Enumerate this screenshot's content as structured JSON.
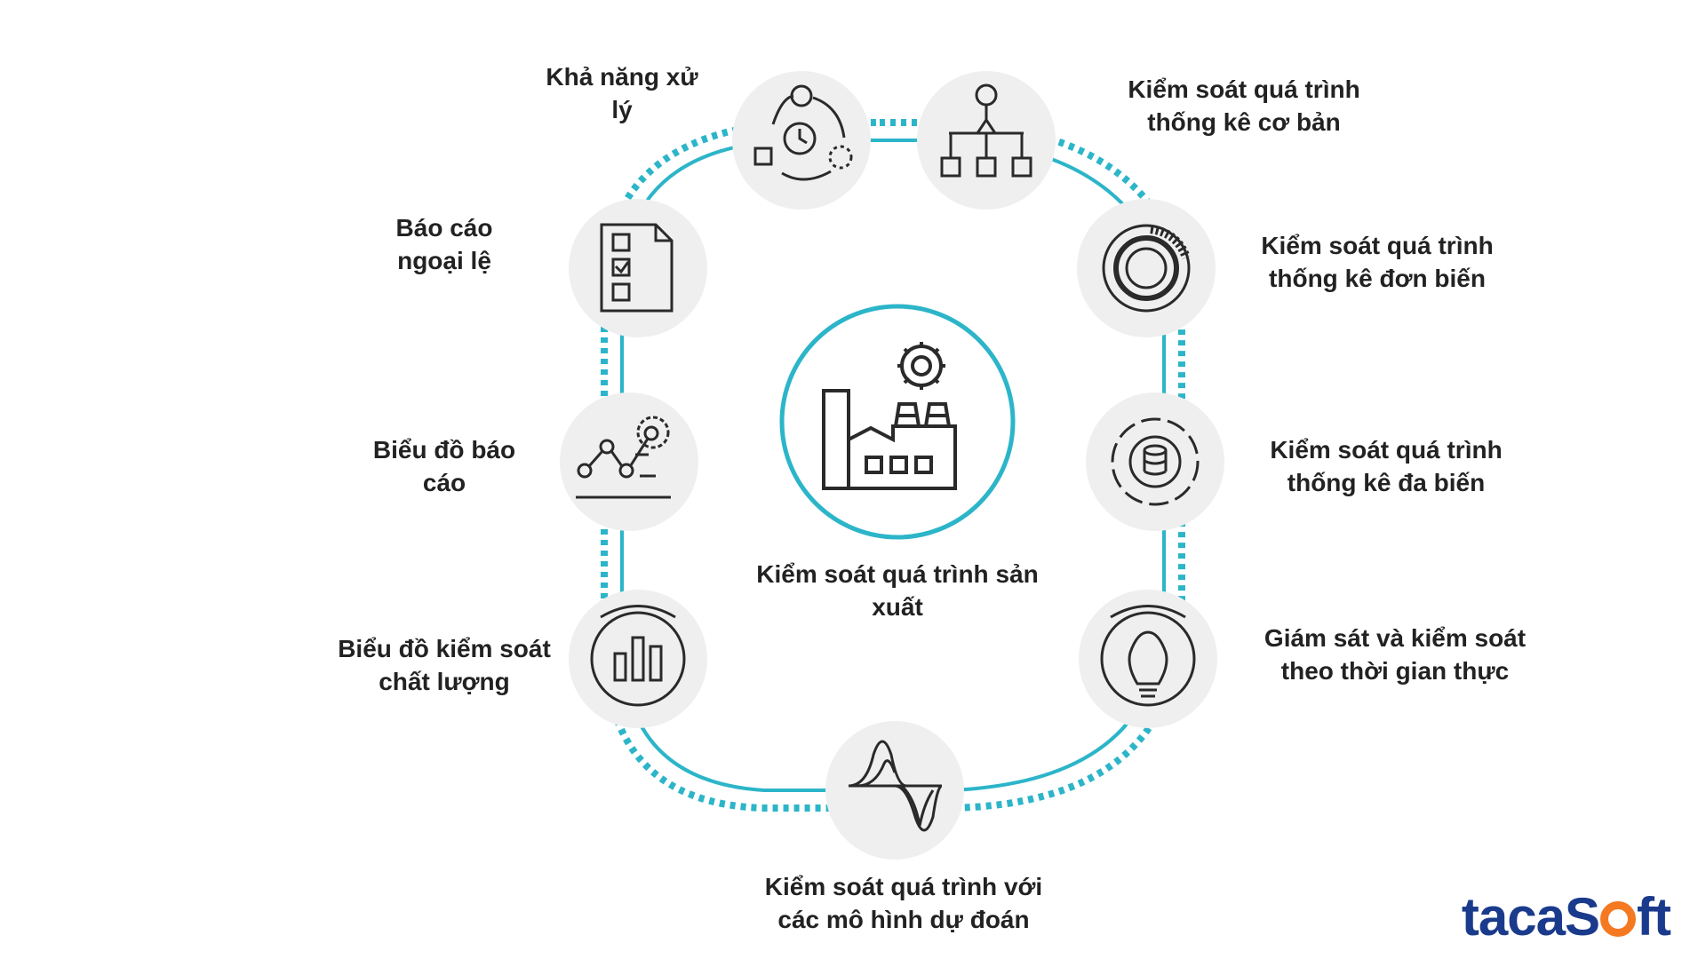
{
  "center": {
    "label_lines": [
      "Kiểm soát quá trình sản",
      "xuất"
    ]
  },
  "nodes": [
    {
      "id": "kha-nang-xu-ly",
      "icon": "process-cycle-icon",
      "lines": [
        "Khả năng xử",
        "lý"
      ]
    },
    {
      "id": "co-ban",
      "icon": "hierarchy-icon",
      "lines": [
        "Kiểm soát quá trình",
        "thống kê cơ bản"
      ]
    },
    {
      "id": "don-bien",
      "icon": "circular-gauge-icon",
      "lines": [
        "Kiểm soát quá trình",
        "thống kê đơn biến"
      ]
    },
    {
      "id": "da-bien",
      "icon": "database-ring-icon",
      "lines": [
        "Kiểm soát quá trình",
        "thống kê đa biến"
      ]
    },
    {
      "id": "thoi-gian-thuc",
      "icon": "lightbulb-dial-icon",
      "lines": [
        "Giám sát và kiểm soát",
        "theo thời gian thực"
      ]
    },
    {
      "id": "mo-hinh-du-doan",
      "icon": "wave-distribution-icon",
      "lines": [
        "Kiểm soát quá trình với",
        "các mô hình dự đoán"
      ]
    },
    {
      "id": "chat-luong",
      "icon": "bar-chart-dial-icon",
      "lines": [
        "Biểu đồ kiểm soát",
        "chất lượng"
      ]
    },
    {
      "id": "bieu-do-bao-cao",
      "icon": "line-chart-gear-icon",
      "lines": [
        "Biểu đồ báo",
        "cáo"
      ]
    },
    {
      "id": "ngoai-le",
      "icon": "checklist-document-icon",
      "lines": [
        "Báo cáo",
        "ngoại lệ"
      ]
    }
  ],
  "brand": {
    "part1": "taca",
    "s_letter": "S",
    "part2": "ft",
    "color_blue": "#1a3a8c",
    "color_orange": "#f47920"
  },
  "colors": {
    "ring": "#2cb5c9",
    "node_bg": "#efefef",
    "icon_stroke": "#2a2a2a",
    "text": "#222222"
  }
}
